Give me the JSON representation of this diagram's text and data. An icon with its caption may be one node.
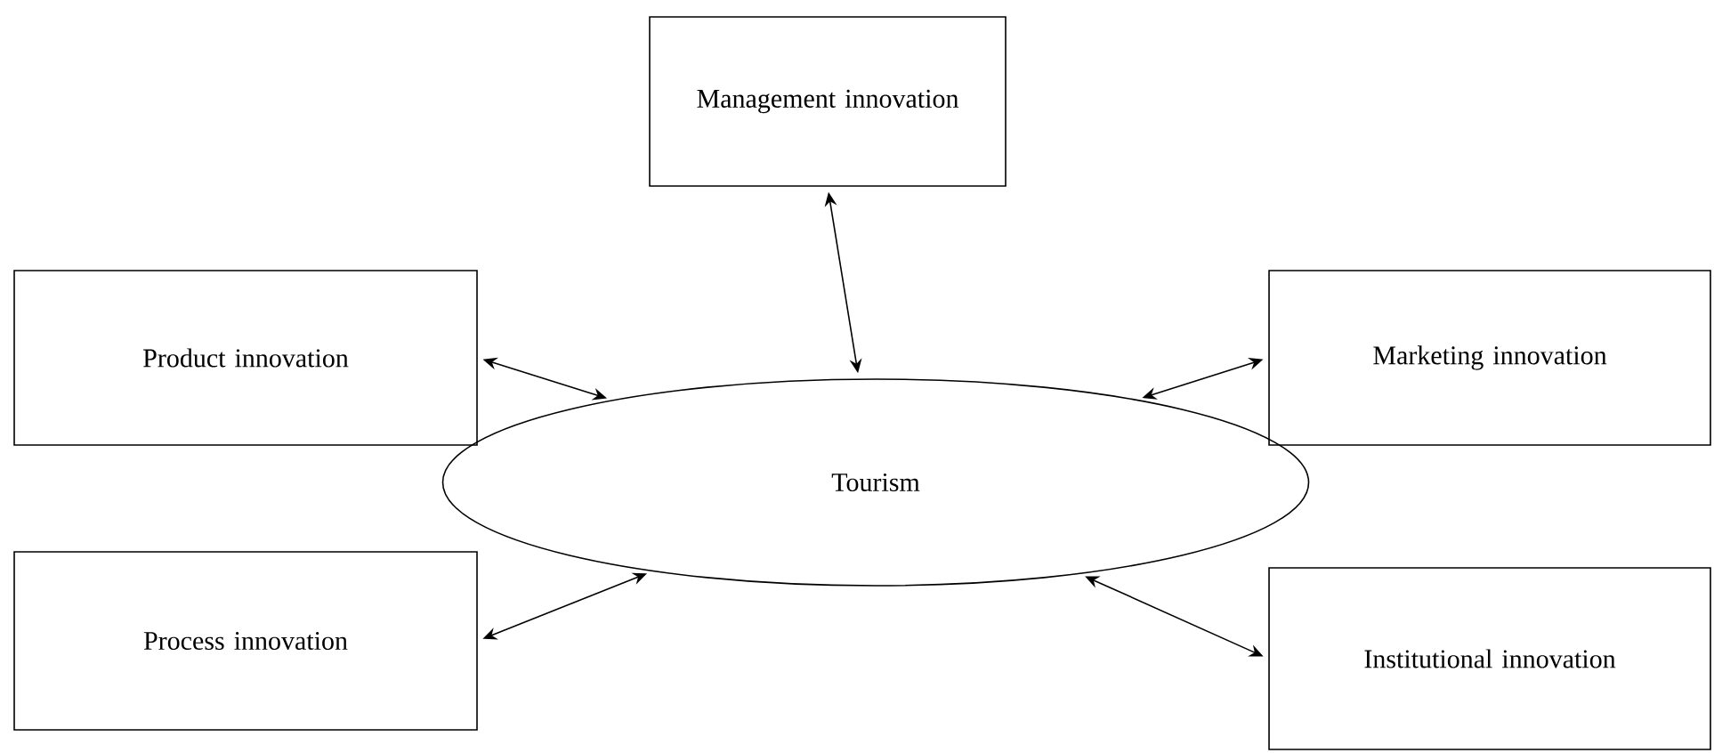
{
  "diagram": {
    "nodes": [
      {
        "text": [
          "Management innovation"
        ]
      },
      {
        "text": [
          "Product innovation"
        ]
      },
      {
        "text": [
          "Marketing innovation"
        ]
      },
      {
        "text": [
          "Tourism"
        ]
      },
      {
        "text": [
          "Process innovation"
        ]
      },
      {
        "text": [
          "Institutional innovation"
        ]
      }
    ],
    "edges": [
      {
        "from": 0,
        "to": 3,
        "arrow": "both"
      },
      {
        "from": 1,
        "to": 3,
        "arrow": "both"
      },
      {
        "from": 2,
        "to": 3,
        "arrow": "both"
      },
      {
        "from": 4,
        "to": 3,
        "arrow": "both"
      },
      {
        "from": 5,
        "to": 3,
        "arrow": "both"
      }
    ]
  }
}
